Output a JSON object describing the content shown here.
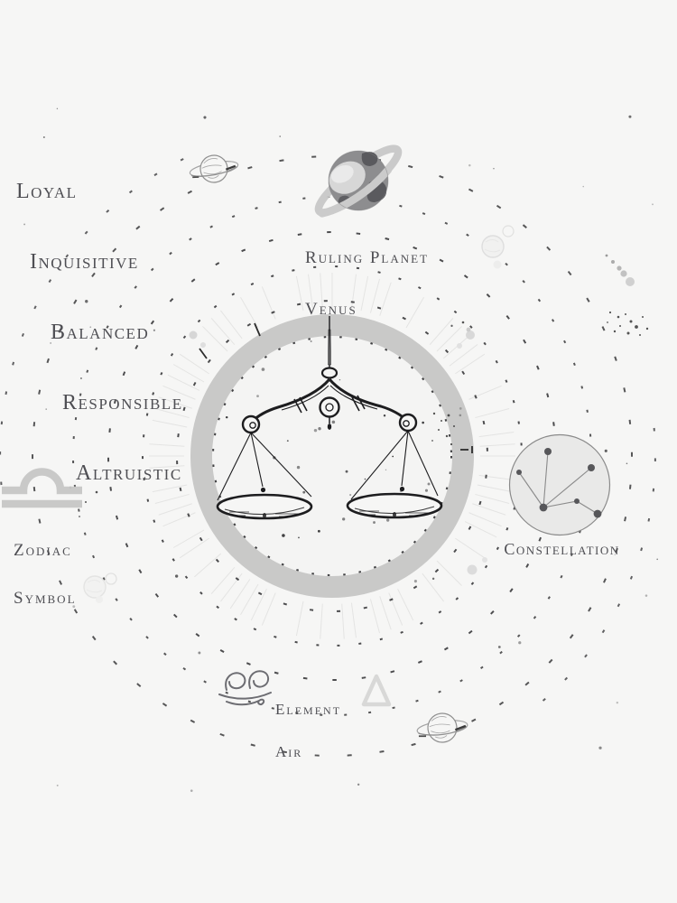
{
  "colors": {
    "background": "#f6f6f5",
    "ink": "#1d1d1f",
    "text": "#4e4e53",
    "ring_gray": "#c9c9c8",
    "inner_disc": "#f4f4f3",
    "orbit_dark": "#2e2e30",
    "sunburst": "#e4e4e3",
    "sketch_gray": "#9b9b9b",
    "faint_gray": "#e0e0df",
    "constellation_fill": "#e9e9e8",
    "constellation_line": "#8a8a8a",
    "constellation_dot": "#57575a",
    "glyph_gray": "#c7c7c6",
    "planet_body": "#8d8d8f",
    "planet_land": "#5a5a5e",
    "planet_ring": "#c7c7c7"
  },
  "traits": {
    "items": [
      "Loyal",
      "Inquisitive",
      "Balanced",
      "Responsible",
      "Altruistic"
    ]
  },
  "ruling_planet": {
    "title": "Ruling Planet",
    "name": "Venus",
    "icon": "ringed-planet"
  },
  "zodiac_symbol": {
    "line1": "Zodiac",
    "line2": "Symbol",
    "icon": "libra-glyph"
  },
  "constellation": {
    "label": "Constellation",
    "icon": "libra-constellation"
  },
  "element": {
    "title": "Element",
    "name": "Air",
    "icons": [
      "air-swirl",
      "air-triangle"
    ]
  },
  "center": {
    "icon": "libra-scales"
  }
}
